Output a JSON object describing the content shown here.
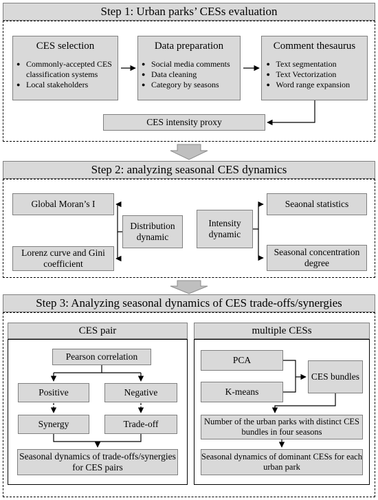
{
  "step1": {
    "title": "Step 1: Urban parks’ CESs evaluation",
    "ces_selection": {
      "title": "CES selection",
      "items": [
        "Commonly-accepted CES classification systems",
        "Local stakeholders"
      ]
    },
    "data_preparation": {
      "title": "Data preparation",
      "items": [
        "Social media comments",
        "Data cleaning",
        "Category by seasons"
      ]
    },
    "comment_thesaurus": {
      "title": "Comment thesaurus",
      "items": [
        "Text segmentation",
        "Text Vectorization",
        "Word range expansion"
      ]
    },
    "proxy": "CES intensity proxy"
  },
  "step2": {
    "title": "Step 2: analyzing seasonal CES dynamics",
    "global_moran": "Global Moran’s I",
    "lorenz": "Lorenz curve and Gini coefficient",
    "distribution": "Distribution dynamic",
    "intensity": "Intensity dynamic",
    "seasonal_stats": "Seaonal statistics",
    "concentration": "Seasonal concentration degree"
  },
  "step3": {
    "title": "Step 3: Analyzing seasonal dynamics of CES trade-offs/synergies",
    "ces_pair": {
      "title": "CES pair",
      "pearson": "Pearson correlation",
      "positive": "Positive",
      "negative": "Negative",
      "synergy": "Synergy",
      "tradeoff": "Trade-off",
      "result": "Seasonal dynamics of trade-offs/synergies for CES pairs"
    },
    "multiple": {
      "title": "multiple CESs",
      "pca": "PCA",
      "kmeans": "K-means",
      "bundles": "CES bundles",
      "number": "Number of the urban parks with distinct CES bundles in four seasons",
      "dominant": "Seasonal dynamics of dominant CESs for each urban park"
    }
  },
  "colors": {
    "box_fill": "#d9d9d9",
    "box_border": "#7f7f7f",
    "arrow_fill": "#bfbfbf",
    "line": "#000000"
  }
}
